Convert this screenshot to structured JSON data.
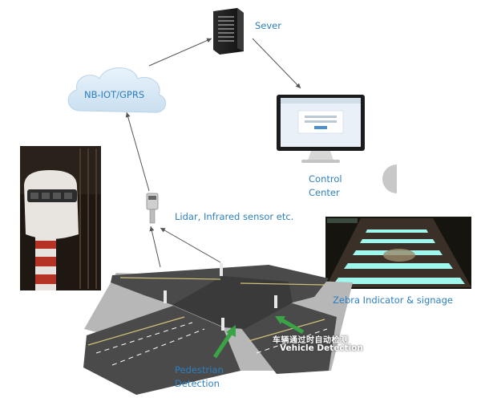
{
  "nodes": {
    "server": "Sever",
    "network": "NB-IOT/GPRS",
    "control_center": "Control Center",
    "sensor": "Lidar, Infrared sensor etc.",
    "zebra": "Zebra Indicator & signage",
    "pedestrian": "Pedestrian Detection",
    "vehicle_en": "Vehicle Detection",
    "vehicle_cn": "车辆通过时自动检测"
  },
  "colors": {
    "label": "#2d7fc1",
    "arrow": "#555555",
    "road": "#4a4a4a",
    "green_arrow": "#3aa346",
    "zebra_glow": "#8ff5ec"
  }
}
